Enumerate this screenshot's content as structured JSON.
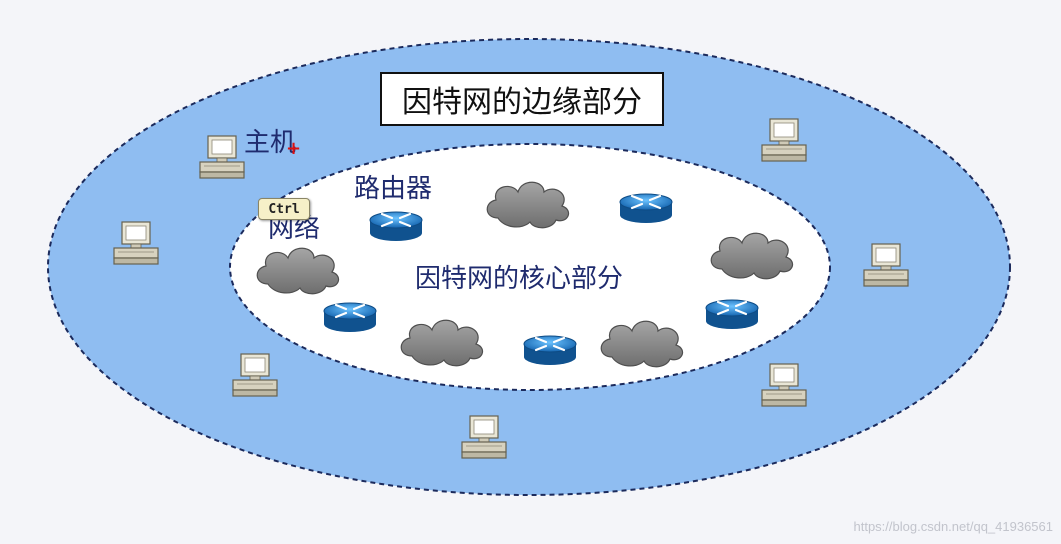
{
  "diagram": {
    "edge_title": "因特网的边缘部分",
    "core_label": "因特网的核心部分",
    "host_label": "主机",
    "router_label": "路由器",
    "network_label": "网络",
    "ctrl_key": "Ctrl",
    "watermark": "https://blog.csdn.net/qq_41936561",
    "colors": {
      "edge_fill": "#8fbdf1",
      "core_fill": "#ffffff",
      "label": "#1f2b6e",
      "router": "#1d7fc9",
      "cloud": "#8c8c8c"
    }
  }
}
